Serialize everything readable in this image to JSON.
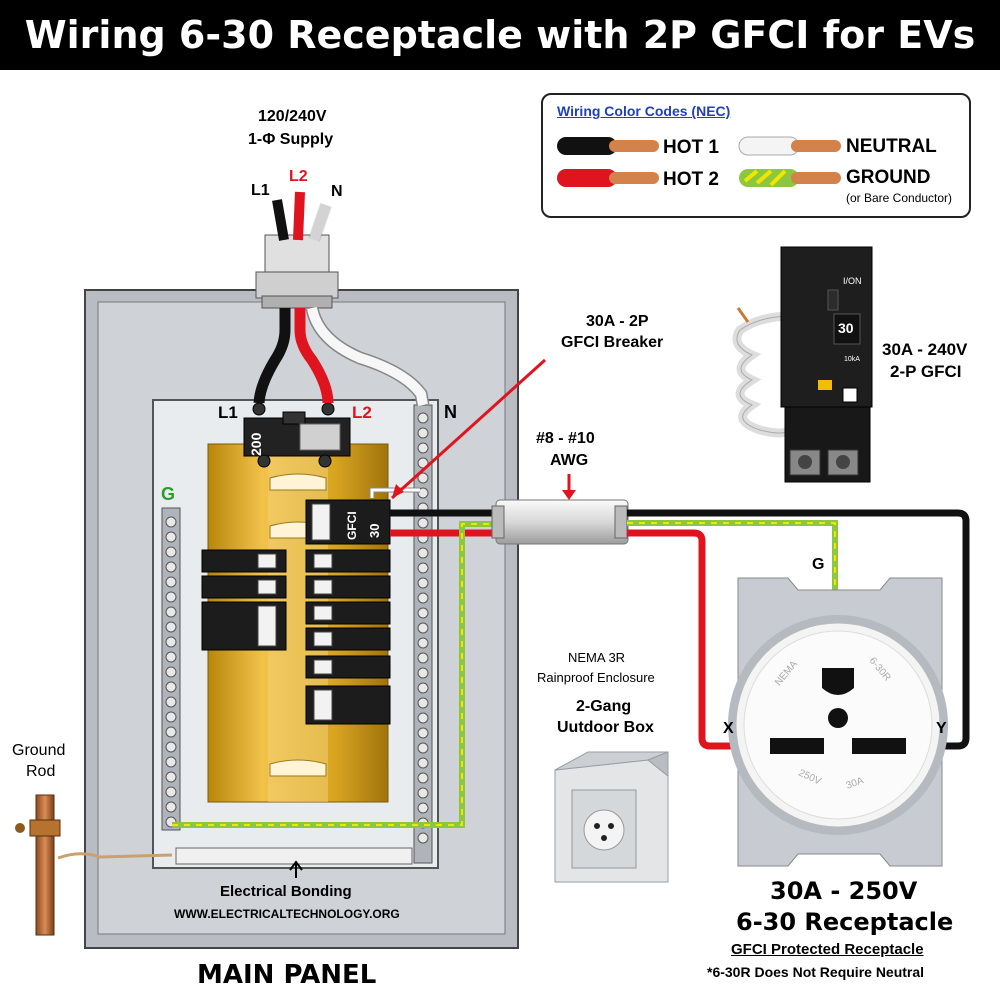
{
  "title": "Wiring 6-30 Receptacle with 2P GFCI for EVs",
  "supply": {
    "voltage": "120/240V",
    "phase": "1-Φ Supply",
    "l1": "L1",
    "l2": "L2",
    "n": "N"
  },
  "legend": {
    "title": "Wiring Color Codes (NEC)",
    "items": [
      {
        "label": "HOT 1",
        "color": "#111111"
      },
      {
        "label": "HOT 2",
        "color": "#e0141e"
      },
      {
        "label": "NEUTRAL",
        "color": "#f2f2f2"
      },
      {
        "label": "GROUND",
        "color": "#8dc63f"
      }
    ],
    "ground_note": "(or Bare Conductor)"
  },
  "panel": {
    "l1": "L1",
    "l2": "L2",
    "n": "N",
    "g": "G",
    "main_breaker": "200",
    "gfci_label": "GFCI",
    "gfci_rating": "30",
    "bonding": "Electrical Bonding",
    "website": "WWW.ELECTRICALTECHNOLOGY.ORG",
    "name": "MAIN PANEL"
  },
  "ground_rod": {
    "line1": "Ground",
    "line2": "Rod"
  },
  "callouts": {
    "breaker_line1": "30A - 2P",
    "breaker_line2": "GFCI Breaker",
    "awg_line1": "#8 - #10",
    "awg_line2": "AWG"
  },
  "gfci_device": {
    "switch_text": "I/ON",
    "rating": "30",
    "small_text": "10kA",
    "label_line1": "30A - 240V",
    "label_line2": "2-P GFCI"
  },
  "enclosure": {
    "line1": "NEMA 3R",
    "line2": "Rainproof Enclosure",
    "line3": "2-Gang",
    "line4": "Uutdoor Box"
  },
  "receptacle": {
    "g": "G",
    "x": "X",
    "y": "Y",
    "face_nema": "NEMA",
    "face_code": "6-30R",
    "face_volt": "250V",
    "face_amp": "30A",
    "rating": "30A - 250V",
    "name": "6-30 Receptacle",
    "subtitle": "GFCI Protected Receptacle",
    "note": "*6-30R Does Not Require Neutral"
  },
  "colors": {
    "hot1": "#111111",
    "hot2": "#e0141e",
    "neutral": "#f4f4f4",
    "ground": "#8dc63f",
    "ground_stripe": "#f2e600",
    "busbar": "#d9a520",
    "panel": "#c7cbd1",
    "link_blue": "#1f3fbf"
  }
}
